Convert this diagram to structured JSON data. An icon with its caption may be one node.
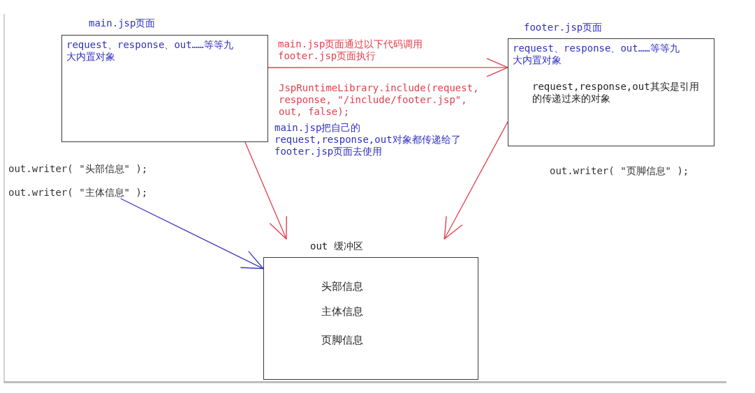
{
  "diagram": {
    "nodes": [
      {
        "text": [
          "main.jsp页面",
          "request、response、out……等等九大内置对象"
        ]
      },
      {
        "text": [
          "footer.jsp页面",
          "request、response、out……等等九大内置对象",
          "request,response,out其实是引用的传递过来的对象"
        ]
      },
      {
        "text": [
          "out.writer( \"主体信息\" );"
        ]
      },
      {
        "text": [
          "out 缓冲区",
          "头部信息",
          "主体信息",
          "页脚信息"
        ]
      }
    ],
    "edges": [
      {
        "from": 0,
        "to": 1,
        "arrow": "to",
        "label": "main.jsp页面通过以下代码调用footer.jsp页面执行"
      },
      {
        "from": 0,
        "to": 3,
        "arrow": "to"
      },
      {
        "from": 1,
        "to": 3,
        "arrow": "to"
      },
      {
        "from": 2,
        "to": 3,
        "arrow": "to",
        "color": "#3c3cc0"
      }
    ],
    "labels": [
      "JspRuntimeLibrary.include(request, response, \"/include/footer.jsp\", out, false);",
      "main.jsp把自己的request,response,out对象都传递给了footer.jsp页面去使用",
      "out.writer( \"头部信息\" );",
      "out.writer( \"页脚信息\" );"
    ]
  }
}
